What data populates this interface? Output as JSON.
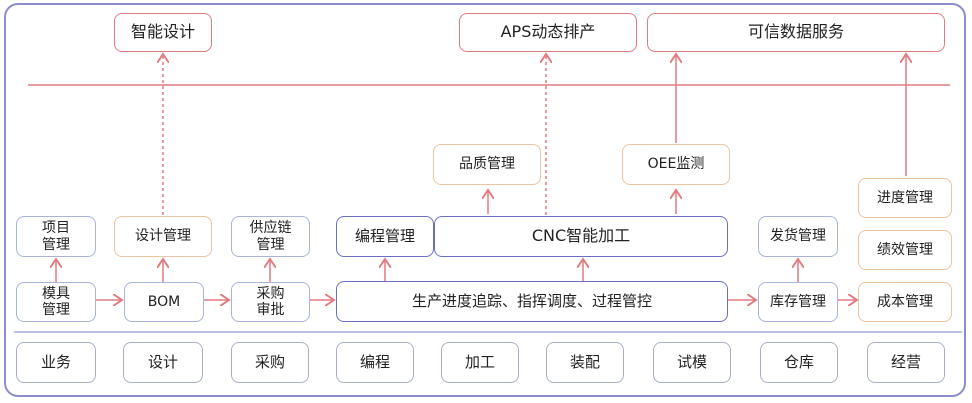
{
  "top_layer": {
    "smart_design": "智能设计",
    "aps": "APS动态排产",
    "trusted_data": "可信数据服务"
  },
  "middle_layer": {
    "quality": "品质管理",
    "oee": "OEE监测",
    "project_mgmt": "项目\n管理",
    "design_mgmt": "设计管理",
    "supply_chain": "供应链\n管理",
    "programming_mgmt": "编程管理",
    "cnc": "CNC智能加工",
    "shipping": "发货管理",
    "progress_mgmt": "进度管理",
    "performance_mgmt": "绩效管理",
    "mold_mgmt": "模具\n管理",
    "bom": "BOM",
    "purchase_approval": "采购\n审批",
    "production_control": "生产进度追踪、指挥调度、过程管控",
    "inventory": "库存管理",
    "cost_mgmt": "成本管理"
  },
  "domains": [
    "业务",
    "设计",
    "采购",
    "编程",
    "加工",
    "装配",
    "试模",
    "仓库",
    "经营"
  ],
  "colors": {
    "top_border": "#e07b80",
    "accent_line": "#e07b80",
    "orange_border": "#ebc4a0",
    "blue_border": "#a8b4d8",
    "indigo_border": "#6b6fc4",
    "frame": "#8c8cc8"
  }
}
